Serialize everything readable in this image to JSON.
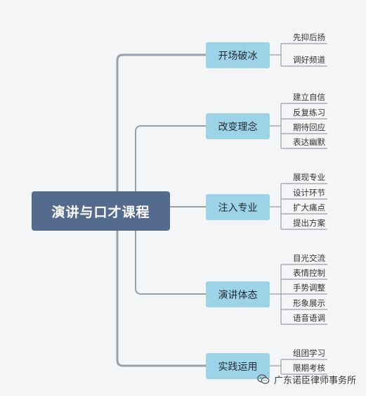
{
  "root": {
    "label": "演讲与口才课程"
  },
  "branches": [
    {
      "label": "开场破冰",
      "leaves": [
        "先抑后扬",
        "调好频道"
      ]
    },
    {
      "label": "改变理念",
      "leaves": [
        "建立自信",
        "反复练习",
        "期待回应",
        "表达幽默"
      ]
    },
    {
      "label": "注入专业",
      "leaves": [
        "展现专业",
        "设计环节",
        "扩大痛点",
        "提出方案"
      ]
    },
    {
      "label": "演讲体态",
      "leaves": [
        "目光交流",
        "表情控制",
        "手势调整",
        "形象展示",
        "语音语调"
      ]
    },
    {
      "label": "实践运用",
      "leaves": [
        "组团学习",
        "限期考核"
      ]
    }
  ],
  "watermark": {
    "text": "广东诺臣律师事务所",
    "icon": "wechat-chat-icon"
  },
  "colors": {
    "root_fill": "#556a8f",
    "branch_fill": "#9dd3e6",
    "connector": "#9aa0a8",
    "background": "#f4f5f7"
  }
}
